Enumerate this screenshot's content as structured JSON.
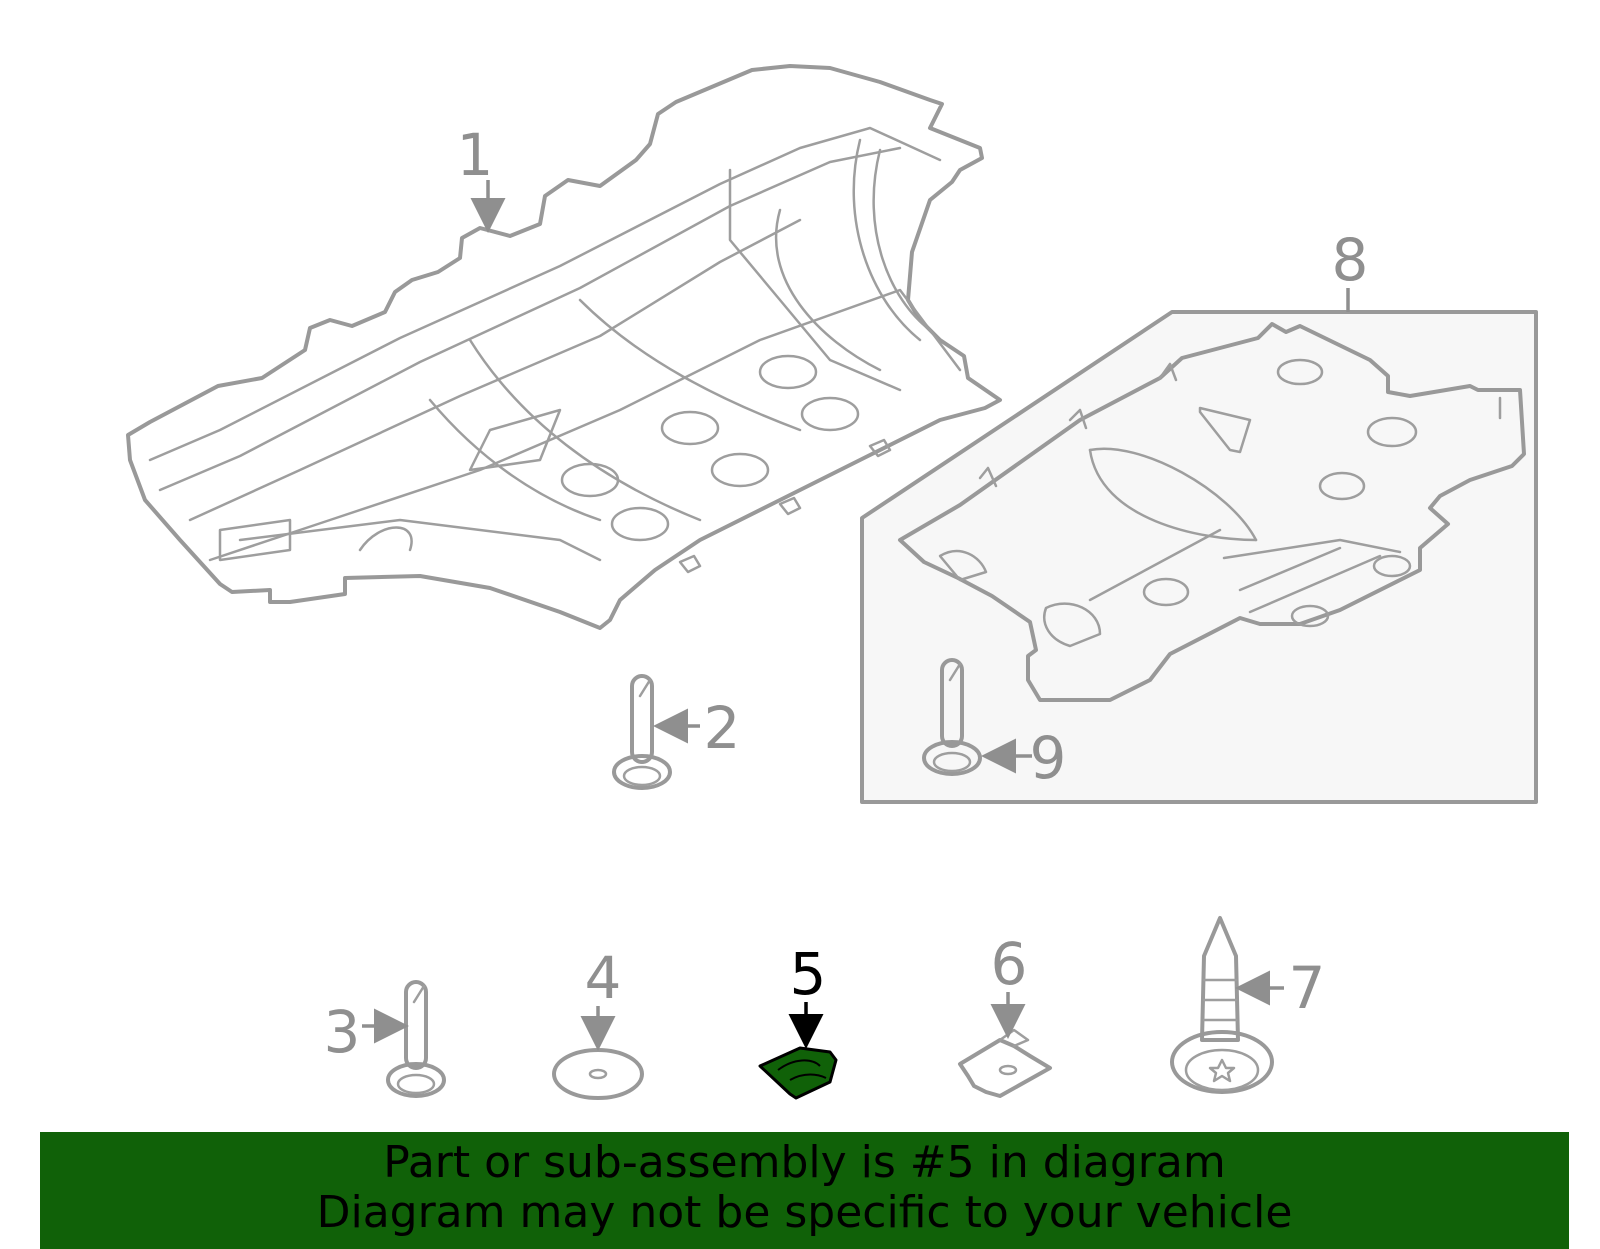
{
  "callouts": {
    "c1": "1",
    "c2": "2",
    "c3": "3",
    "c4": "4",
    "c5": "5",
    "c6": "6",
    "c7": "7",
    "c8": "8",
    "c9": "9"
  },
  "highlighted_part": "5",
  "colors": {
    "highlight_fill": "#106108",
    "line_gray": "#999999",
    "banner_bg": "#106108"
  },
  "banner": {
    "line1": "Part or sub-assembly is #5 in diagram",
    "line2": "Diagram may not be specific to your vehicle"
  }
}
